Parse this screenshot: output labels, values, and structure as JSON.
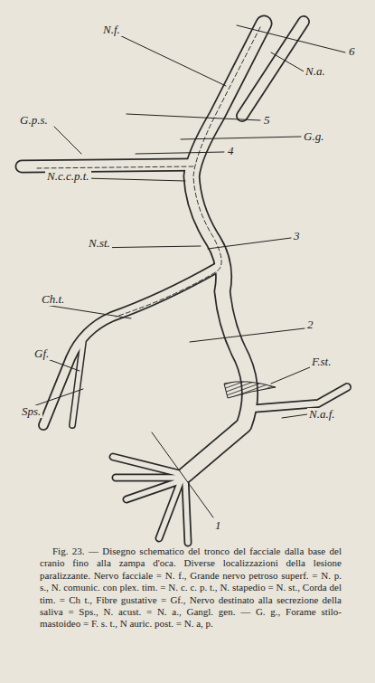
{
  "diagram": {
    "caption": "Fig. 23. — Disegno schematico del tronco del facciale dalla base del cranio fino alla zampa d'oca. Diverse localizzazioni della lesione paralizzante. Nervo facciale = N. f., Grande nervo petroso superf. = N. p. s., N. comunic. con plex. tim. = N. c. c. p. t., N. stapedio = N. st., Corda del tim. = Ch t., Fibre gustative = Gf., Nervo destinato alla secrezione della saliva = Sps., N. acust. = N. a., Gangl. gen. — G. g., Forame stilo-mastoideo = F. s. t., N auric. post. = N. a, p.",
    "labels": [
      "N.f.",
      "6",
      "N.a.",
      "G.p.s.",
      "5",
      "G.g.",
      "4",
      "N.c.c.p.t.",
      "N.st.",
      "3",
      "Ch.t.",
      "2",
      "F.st.",
      "Gf.",
      "Sps.",
      "N.a.f.",
      "1"
    ]
  }
}
